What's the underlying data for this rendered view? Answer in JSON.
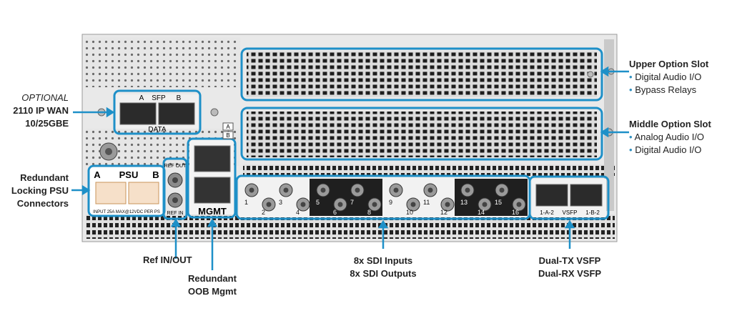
{
  "labels": {
    "wan": {
      "optional": "OPTIONAL",
      "line1": "2110 IP WAN",
      "line2": "10/25GBE"
    },
    "psu": {
      "line1": "Redundant",
      "line2": "Locking PSU",
      "line3": "Connectors"
    },
    "ref": "Ref IN/OUT",
    "mgmt": {
      "line1": "Redundant",
      "line2": "OOB Mgmt"
    },
    "sdi": {
      "line1": "8x SDI Inputs",
      "line2": "8x SDI Outputs"
    },
    "vsfp": {
      "line1": "Dual-TX VSFP",
      "line2": "Dual-RX VSFP"
    },
    "upper": {
      "title": "Upper Option Slot",
      "items": [
        "Digital Audio I/O",
        "Bypass Relays"
      ]
    },
    "middle": {
      "title": "Middle Option Slot",
      "items": [
        "Analog Audio I/O",
        "Digital Audio I/O"
      ]
    }
  },
  "panel": {
    "sfp": {
      "a": "A",
      "sfp": "SFP",
      "b": "B",
      "data": "DATA"
    },
    "psu": {
      "a": "A",
      "psu": "PSU",
      "b": "B",
      "rating": "INPUT 25A MAX@12VDC PER PS"
    },
    "ref": {
      "out": "REF OUT",
      "in": "REF IN"
    },
    "mgmt": {
      "label": "MGMT",
      "a": "A",
      "b": "B"
    },
    "sdi_numbers": [
      "1",
      "2",
      "3",
      "4",
      "5",
      "6",
      "7",
      "8",
      "9",
      "10",
      "11",
      "12",
      "13",
      "14",
      "15",
      "16"
    ],
    "vsfp": {
      "p1": "1-A-2",
      "label": "VSFP",
      "p2": "1-B-2"
    }
  },
  "colors": {
    "accent": "#1e90c8",
    "chassis": "#e8e8e8",
    "grille": "#2a2a2a",
    "bullet": "#2f8fbf"
  }
}
